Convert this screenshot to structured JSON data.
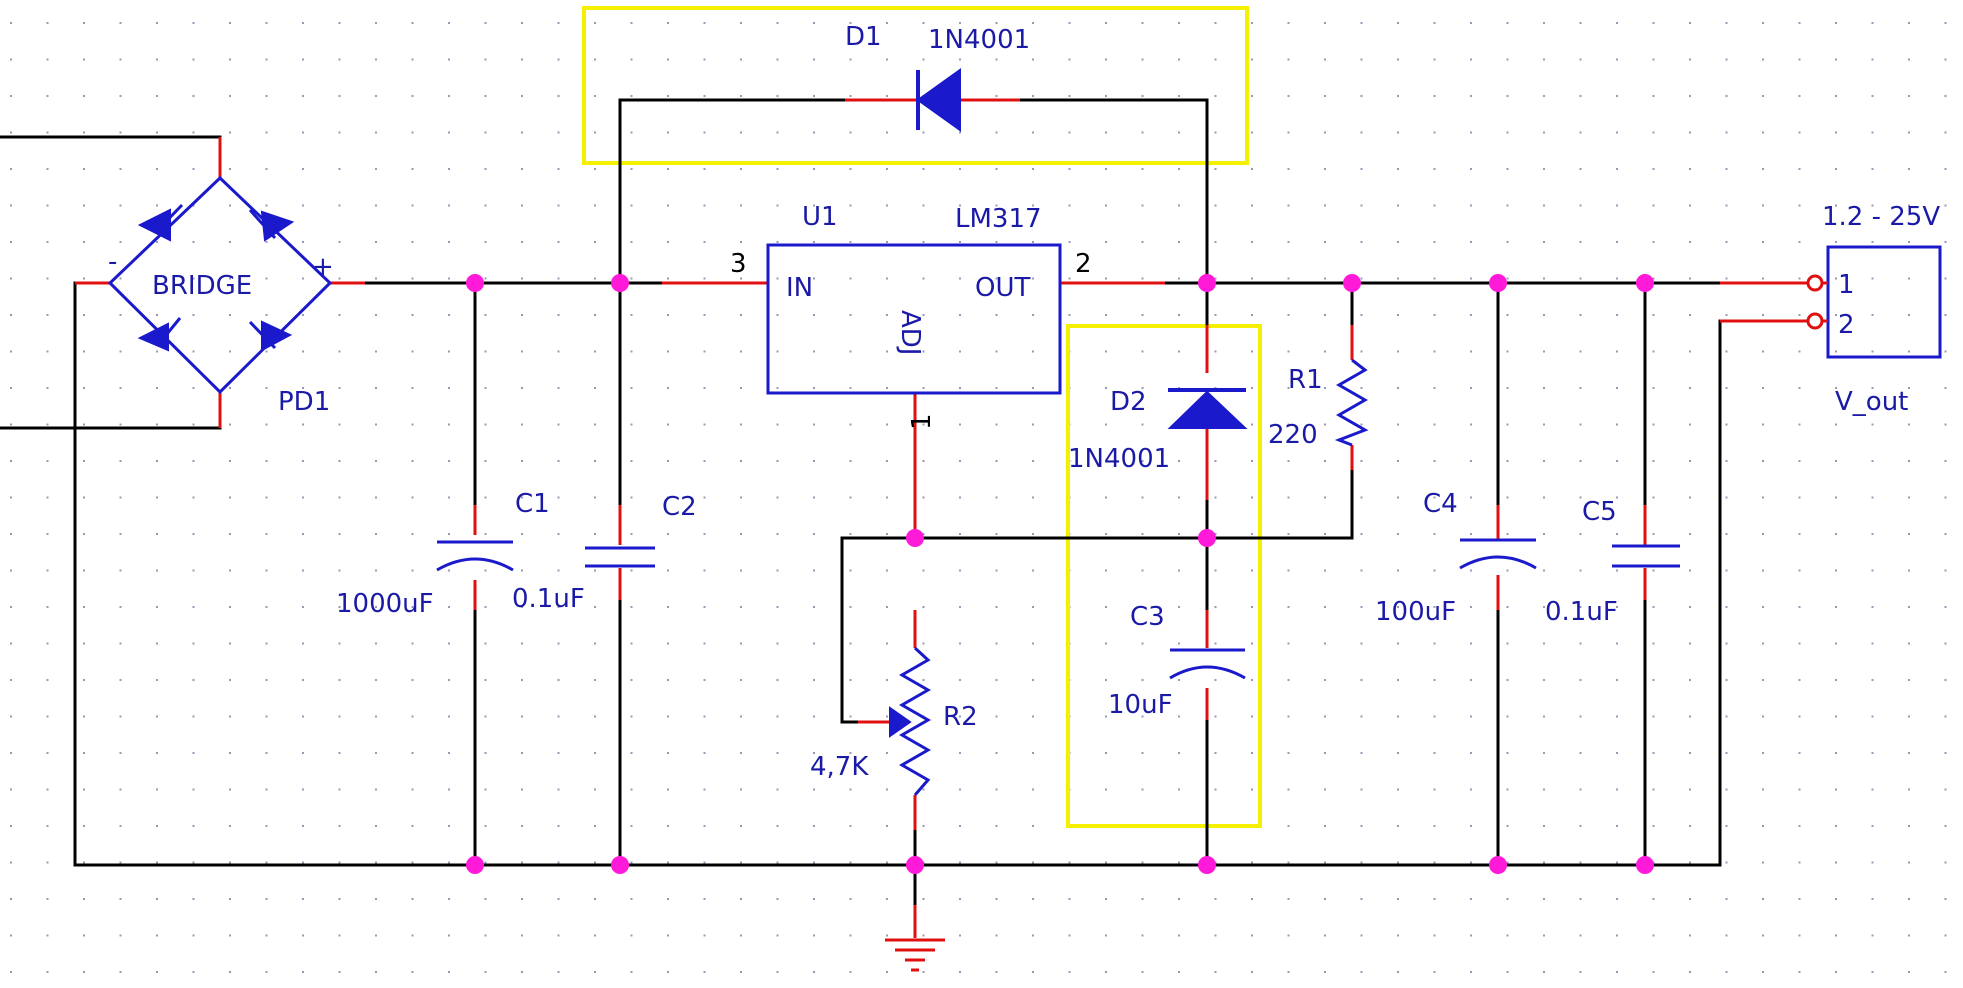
{
  "colors": {
    "wire": "#000000",
    "component": "#1a1acc",
    "lead": "#e01010",
    "junction": "#ff1ad9",
    "highlight": "#f5f000",
    "grid": "#9a9ab8"
  },
  "components": {
    "d1": {
      "ref": "D1",
      "value": "1N4001"
    },
    "pd1": {
      "ref": "PD1",
      "body": "BRIDGE",
      "minus": "-",
      "plus": "+"
    },
    "u1": {
      "ref": "U1",
      "part": "LM317",
      "in": "IN",
      "out": "OUT",
      "adj": "ADJ",
      "pin_in": "3",
      "pin_out": "2",
      "pin_adj": "1"
    },
    "c1": {
      "ref": "C1",
      "value": "1000uF"
    },
    "c2": {
      "ref": "C2",
      "value": "0.1uF"
    },
    "d2": {
      "ref": "D2",
      "value": "1N4001"
    },
    "r1": {
      "ref": "R1",
      "value": "220"
    },
    "c3": {
      "ref": "C3",
      "value": "10uF"
    },
    "r2": {
      "ref": "R2",
      "value": "4,7K"
    },
    "c4": {
      "ref": "C4",
      "value": "100uF"
    },
    "c5": {
      "ref": "C5",
      "value": "0.1uF"
    },
    "vout": {
      "ref": "V_out",
      "label": "1.2 - 25V",
      "pin1": "1",
      "pin2": "2"
    }
  },
  "highlights": [
    "d1-box",
    "d2-c3-box"
  ],
  "icons": [
    "ground-icon",
    "diode-icon",
    "capacitor-icon",
    "polarized-capacitor-icon",
    "resistor-icon",
    "potentiometer-icon",
    "bridge-rectifier-icon",
    "connector-icon"
  ]
}
